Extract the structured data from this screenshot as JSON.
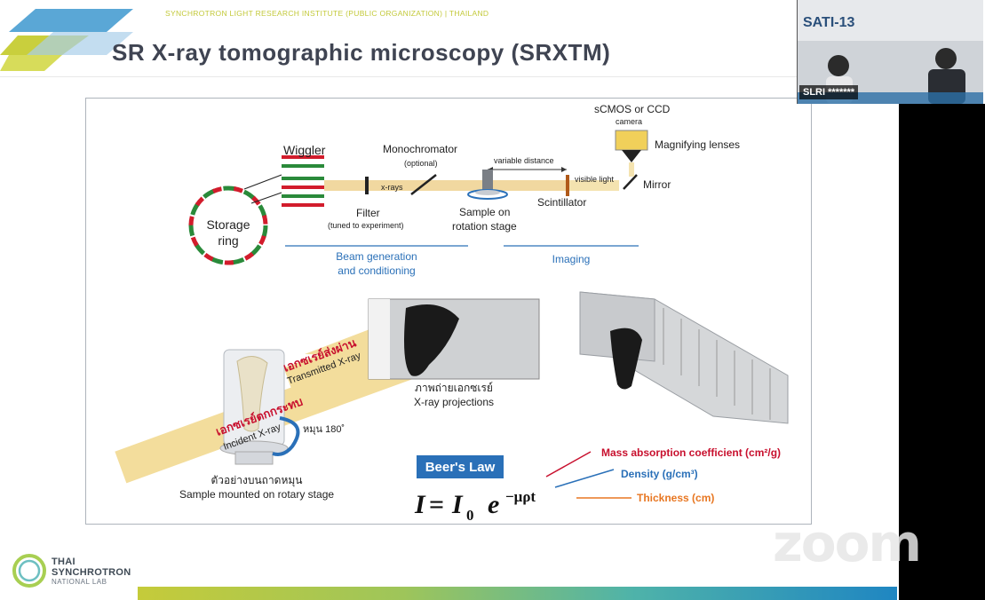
{
  "presentation": {
    "header_line": "SYNCHROTRON LIGHT RESEARCH INSTITUTE (PUBLIC ORGANIZATION) | THAILAND",
    "title": "SR X-ray tomographic microscopy (SRXTM)",
    "footer_logo": {
      "line1": "THAI",
      "line2": "SYNCHROTRON",
      "line3": "NATIONAL LAB"
    }
  },
  "diagram": {
    "wiggler": "Wiggler",
    "storage_ring_1": "Storage",
    "storage_ring_2": "ring",
    "monochromator": "Monochromator",
    "optional": "(optional)",
    "xrays": "x-rays",
    "filter": "Filter",
    "filter_note": "(tuned to experiment)",
    "variable_distance": "variable distance",
    "sample_on_1": "Sample on",
    "sample_on_2": "rotation stage",
    "scintillator": "Scintillator",
    "visible_light": "visible light",
    "camera_1": "sCMOS or CCD",
    "camera_2": "camera",
    "magnifying": "Magnifying lenses",
    "mirror": "Mirror",
    "beam_gen_1": "Beam generation",
    "beam_gen_2": "and conditioning",
    "imaging": "Imaging",
    "transmitted_th": "เอกซเรย์ส่งผ่าน",
    "transmitted_en": "Transmitted X-ray",
    "incident_th": "เอกซเรย์ตกกระทบ",
    "incident_en": "Incident X-ray",
    "rotate": "หมุน 180˚",
    "projections_th": "ภาพถ่ายเอกซเรย์",
    "projections_en": "X-ray projections",
    "sample_mount_th": "ตัวอย่างบนถาดหมุน",
    "sample_mount_en": "Sample mounted on rotary stage",
    "beers_law": "Beer's Law",
    "eq_I": "I",
    "eq_eq": "=",
    "eq_I0": "I",
    "eq_sub0": "0",
    "eq_e": "e",
    "eq_exp": "−μρt",
    "mass_abs": "Mass absorption coefficient (cm²/g)",
    "density": "Density (g/cm³)",
    "thickness": "Thickness (cm)"
  },
  "video": {
    "participant_name": "SLRI *******",
    "event_logo": "SATI-13"
  },
  "watermark": "zoom",
  "colors": {
    "accent_blue": "#2a70b8",
    "accent_red": "#c8102e",
    "accent_orange": "#e87722",
    "beam_color": "#f1d8a0"
  }
}
